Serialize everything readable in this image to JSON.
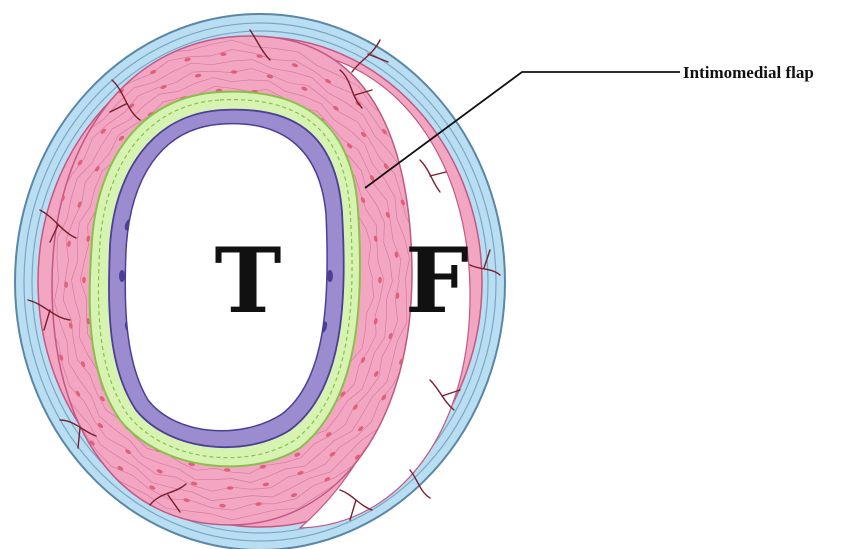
{
  "labels": {
    "true_lumen": "T",
    "false_lumen": "F",
    "flap": "Intimomedial flap"
  },
  "colors": {
    "adventitia": "#b9ddf1",
    "adventitia_line": "#5a87a8",
    "media": "#f2a6c2",
    "media_line": "#c25884",
    "media_cell": "#e0607a",
    "intima": "#d6f3b2",
    "intima_line": "#8bbf4a",
    "endothelium": "#9a8ccf",
    "endothelium_line": "#4c3f96",
    "vessel": "#7a1e2c",
    "leader": "#111111"
  }
}
